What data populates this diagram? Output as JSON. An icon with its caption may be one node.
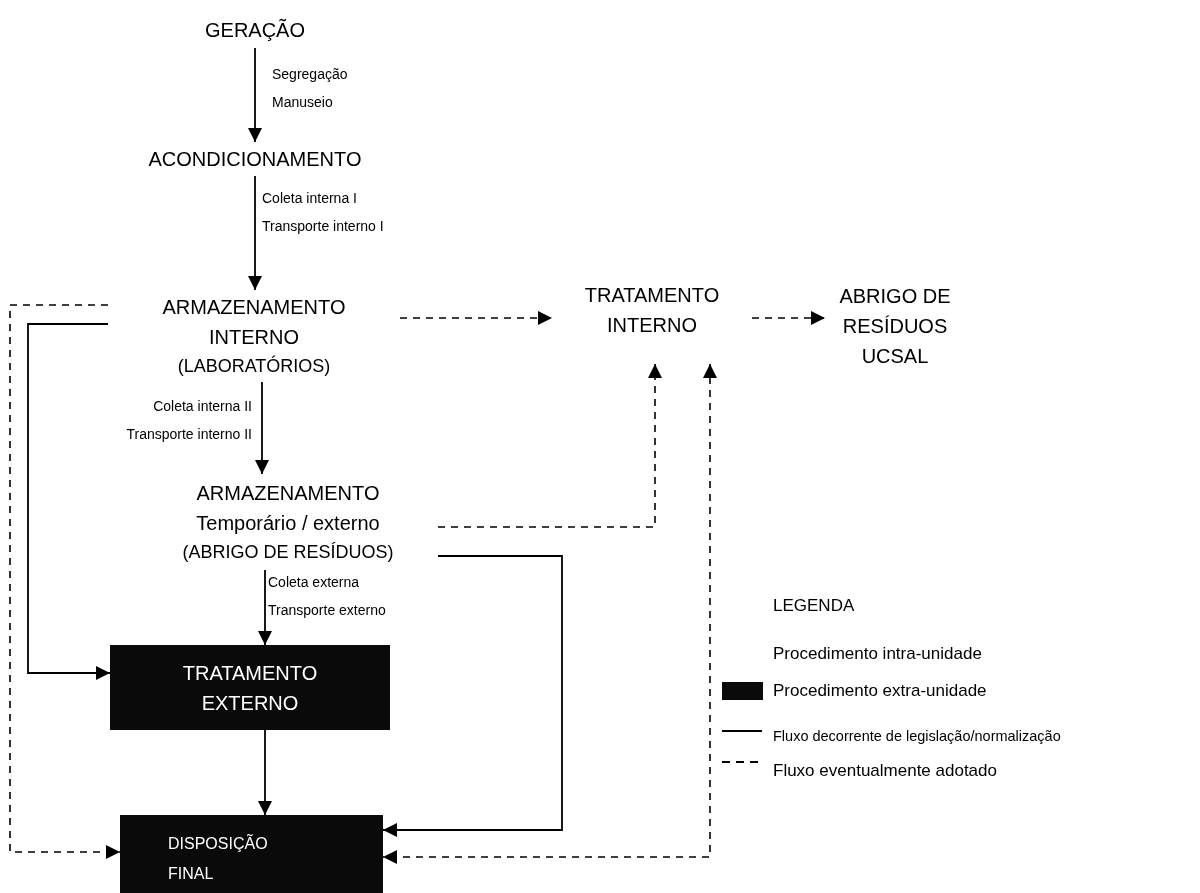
{
  "diagram": {
    "nodes": [
      {
        "text": [
          "GERAÇÃO"
        ]
      },
      {
        "text": [
          "ACONDICIONAMENTO"
        ]
      },
      {
        "text": [
          "ARMAZENAMENTO INTERNO",
          "(LABORATÓRIOS)"
        ]
      },
      {
        "text": [
          "TRATAMENTO INTERNO"
        ]
      },
      {
        "text": [
          "ABRIGO DE RESÍDUOS UCSAL"
        ]
      },
      {
        "text": [
          "ARMAZENAMENTO Temporário / externo",
          "(ABRIGO DE RESÍDUOS)"
        ]
      },
      {
        "text": [
          "TRATAMENTO EXTERNO"
        ]
      },
      {
        "text": [
          "DISPOSIÇÃO FINAL"
        ]
      }
    ],
    "edges": [
      {
        "from": 0,
        "to": 1,
        "arrow": "to",
        "label": "Segregação Manuseio"
      },
      {
        "from": 1,
        "to": 2,
        "arrow": "to",
        "label": "Coleta interna I Transporte interno I"
      },
      {
        "from": 2,
        "to": 3,
        "arrow": "to",
        "style": "dashed"
      },
      {
        "from": 3,
        "to": 4,
        "arrow": "to",
        "style": "dashed"
      },
      {
        "from": 2,
        "to": 5,
        "arrow": "to",
        "label": "Coleta interna II Transporte interno II"
      },
      {
        "from": 5,
        "to": 3,
        "arrow": "to",
        "style": "dashed"
      },
      {
        "from": 5,
        "to": 6,
        "arrow": "to",
        "label": "Coleta externa Transporte externo"
      },
      {
        "from": 2,
        "to": 6,
        "arrow": "to"
      },
      {
        "from": 6,
        "to": 7,
        "arrow": "to"
      },
      {
        "from": 5,
        "to": 7,
        "arrow": "to"
      },
      {
        "from": 2,
        "to": 7,
        "arrow": "to",
        "style": "dashed"
      },
      {
        "from": 3,
        "to": 7,
        "arrow": "both",
        "style": "dashed"
      }
    ],
    "labels": [
      "LEGENDA"
    ],
    "legend": [
      {
        "text": "Procedimento intra-unidade"
      },
      {
        "text": "Procedimento extra-unidade",
        "color": "#0a0a0a"
      },
      {
        "text": "Fluxo decorrente de legislação/normalização"
      },
      {
        "text": "Fluxo eventualmente adotado"
      }
    ]
  }
}
